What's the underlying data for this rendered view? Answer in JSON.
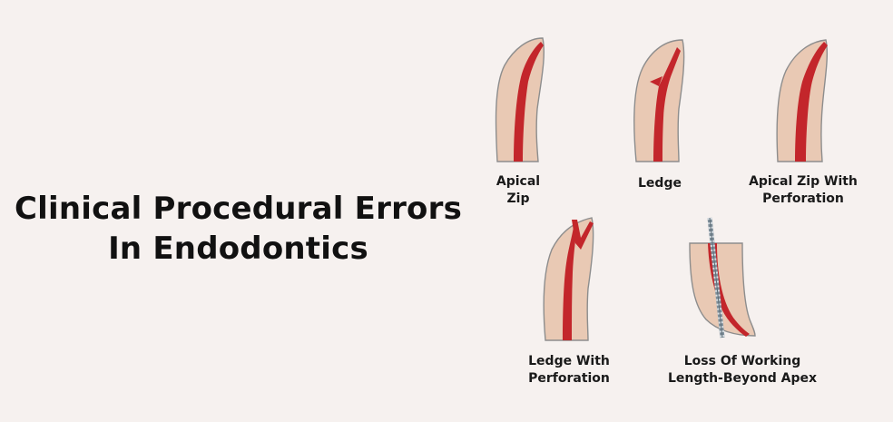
{
  "title": {
    "line1": "Clinical Procedural Errors",
    "line2": "In Endodontics"
  },
  "errors": [
    {
      "line1": "Apical",
      "line2": "Zip"
    },
    {
      "line1": "Ledge",
      "line2": ""
    },
    {
      "line1": "Apical Zip With",
      "line2": "Perforation"
    },
    {
      "line1": "Ledge With",
      "line2": "Perforation"
    },
    {
      "line1": "Loss Of Working",
      "line2": "Length-Beyond Apex"
    }
  ],
  "colors": {
    "background": "#f6f1ef",
    "tooth": "#e9c9b4",
    "canal": "#c3262b",
    "file": "#7f8f9a"
  }
}
